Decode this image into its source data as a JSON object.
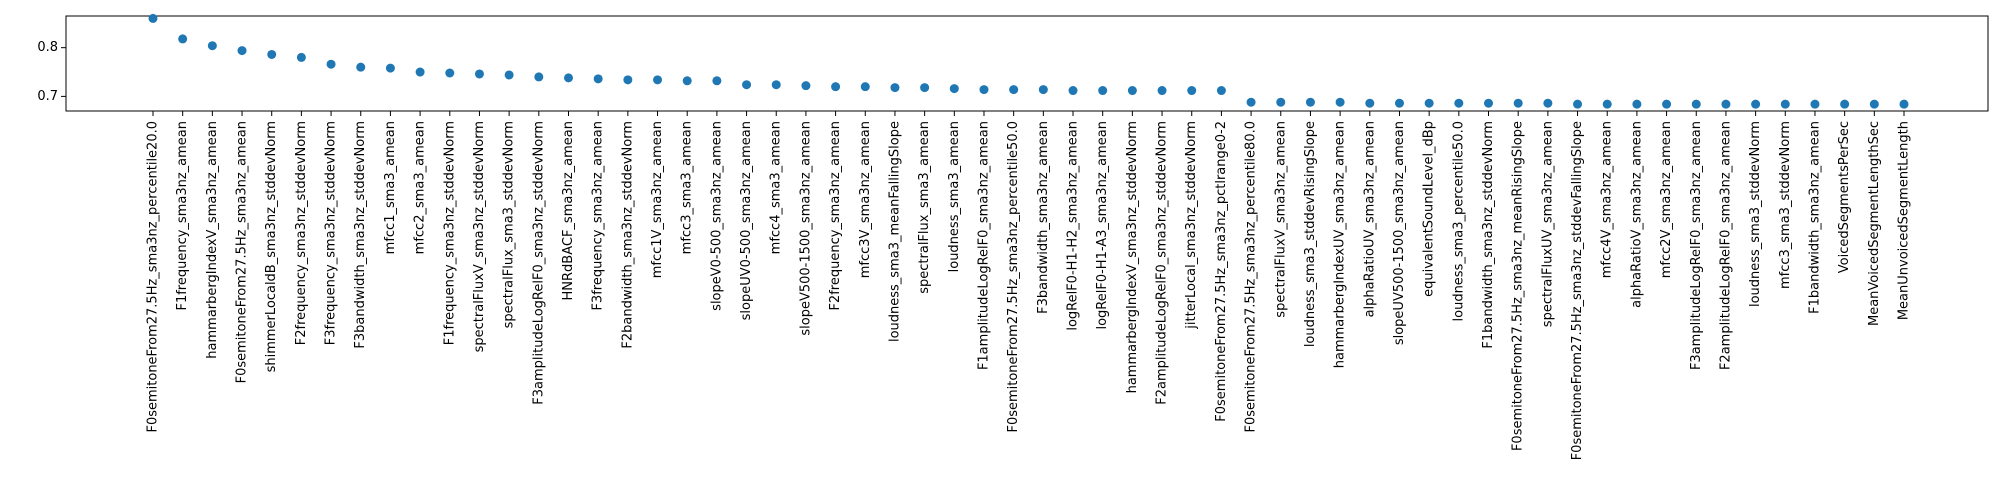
{
  "chart_data": {
    "type": "scatter",
    "title": "",
    "xlabel": "",
    "ylabel": "",
    "ylim": [
      0.67,
      0.865
    ],
    "yticks": [
      0.7,
      0.8
    ],
    "ytick_labels": [
      "0.7",
      "0.8"
    ],
    "grid": false,
    "marker_color": "#1f77b4",
    "categories": [
      "F0semitoneFrom27.5Hz_sma3nz_percentile20.0",
      "F1frequency_sma3nz_amean",
      "hammarbergIndexV_sma3nz_amean",
      "F0semitoneFrom27.5Hz_sma3nz_amean",
      "shimmerLocaldB_sma3nz_stddevNorm",
      "F2frequency_sma3nz_stddevNorm",
      "F3frequency_sma3nz_stddevNorm",
      "F3bandwidth_sma3nz_stddevNorm",
      "mfcc1_sma3_amean",
      "mfcc2_sma3_amean",
      "F1frequency_sma3nz_stddevNorm",
      "spectralFluxV_sma3nz_stddevNorm",
      "spectralFlux_sma3_stddevNorm",
      "F3amplitudeLogRelF0_sma3nz_stddevNorm",
      "HNRdBACF_sma3nz_amean",
      "F3frequency_sma3nz_amean",
      "F2bandwidth_sma3nz_stddevNorm",
      "mfcc1V_sma3nz_amean",
      "mfcc3_sma3_amean",
      "slopeV0-500_sma3nz_amean",
      "slopeUV0-500_sma3nz_amean",
      "mfcc4_sma3_amean",
      "slopeV500-1500_sma3nz_amean",
      "F2frequency_sma3nz_amean",
      "mfcc3V_sma3nz_amean",
      "loudness_sma3_meanFallingSlope",
      "spectralFlux_sma3_amean",
      "loudness_sma3_amean",
      "F1amplitudeLogRelF0_sma3nz_amean",
      "F0semitoneFrom27.5Hz_sma3nz_percentile50.0",
      "F3bandwidth_sma3nz_amean",
      "logRelF0-H1-H2_sma3nz_amean",
      "logRelF0-H1-A3_sma3nz_amean",
      "hammarbergIndexV_sma3nz_stddevNorm",
      "F2amplitudeLogRelF0_sma3nz_stddevNorm",
      "jitterLocal_sma3nz_stddevNorm",
      "F0semitoneFrom27.5Hz_sma3nz_pctlrange0-2",
      "F0semitoneFrom27.5Hz_sma3nz_percentile80.0",
      "spectralFluxV_sma3nz_amean",
      "loudness_sma3_stddevRisingSlope",
      "hammarbergIndexUV_sma3nz_amean",
      "alphaRatioUV_sma3nz_amean",
      "slopeUV500-1500_sma3nz_amean",
      "equivalentSoundLevel_dBp",
      "loudness_sma3_percentile50.0",
      "F1bandwidth_sma3nz_stddevNorm",
      "F0semitoneFrom27.5Hz_sma3nz_meanRisingSlope",
      "spectralFluxUV_sma3nz_amean",
      "F0semitoneFrom27.5Hz_sma3nz_stddevFallingSlope",
      "mfcc4V_sma3nz_amean",
      "alphaRatioV_sma3nz_amean",
      "mfcc2V_sma3nz_amean",
      "F3amplitudeLogRelF0_sma3nz_amean",
      "F2amplitudeLogRelF0_sma3nz_amean",
      "loudness_sma3_stddevNorm",
      "mfcc3_sma3_stddevNorm",
      "F1bandwidth_sma3nz_amean",
      "VoicedSegmentsPerSec",
      "MeanVoicedSegmentLengthSec",
      "MeanUnvoicedSegmentLength"
    ],
    "values": [
      0.86,
      0.818,
      0.804,
      0.794,
      0.786,
      0.78,
      0.766,
      0.76,
      0.758,
      0.75,
      0.748,
      0.746,
      0.744,
      0.74,
      0.738,
      0.736,
      0.734,
      0.734,
      0.732,
      0.732,
      0.724,
      0.724,
      0.722,
      0.72,
      0.72,
      0.718,
      0.718,
      0.716,
      0.714,
      0.714,
      0.714,
      0.712,
      0.712,
      0.712,
      0.712,
      0.712,
      0.712,
      0.688,
      0.688,
      0.688,
      0.688,
      0.686,
      0.686,
      0.686,
      0.686,
      0.686,
      0.686,
      0.686,
      0.684,
      0.684,
      0.684,
      0.684,
      0.684,
      0.684,
      0.684,
      0.684,
      0.684,
      0.684,
      0.684,
      0.684
    ]
  }
}
